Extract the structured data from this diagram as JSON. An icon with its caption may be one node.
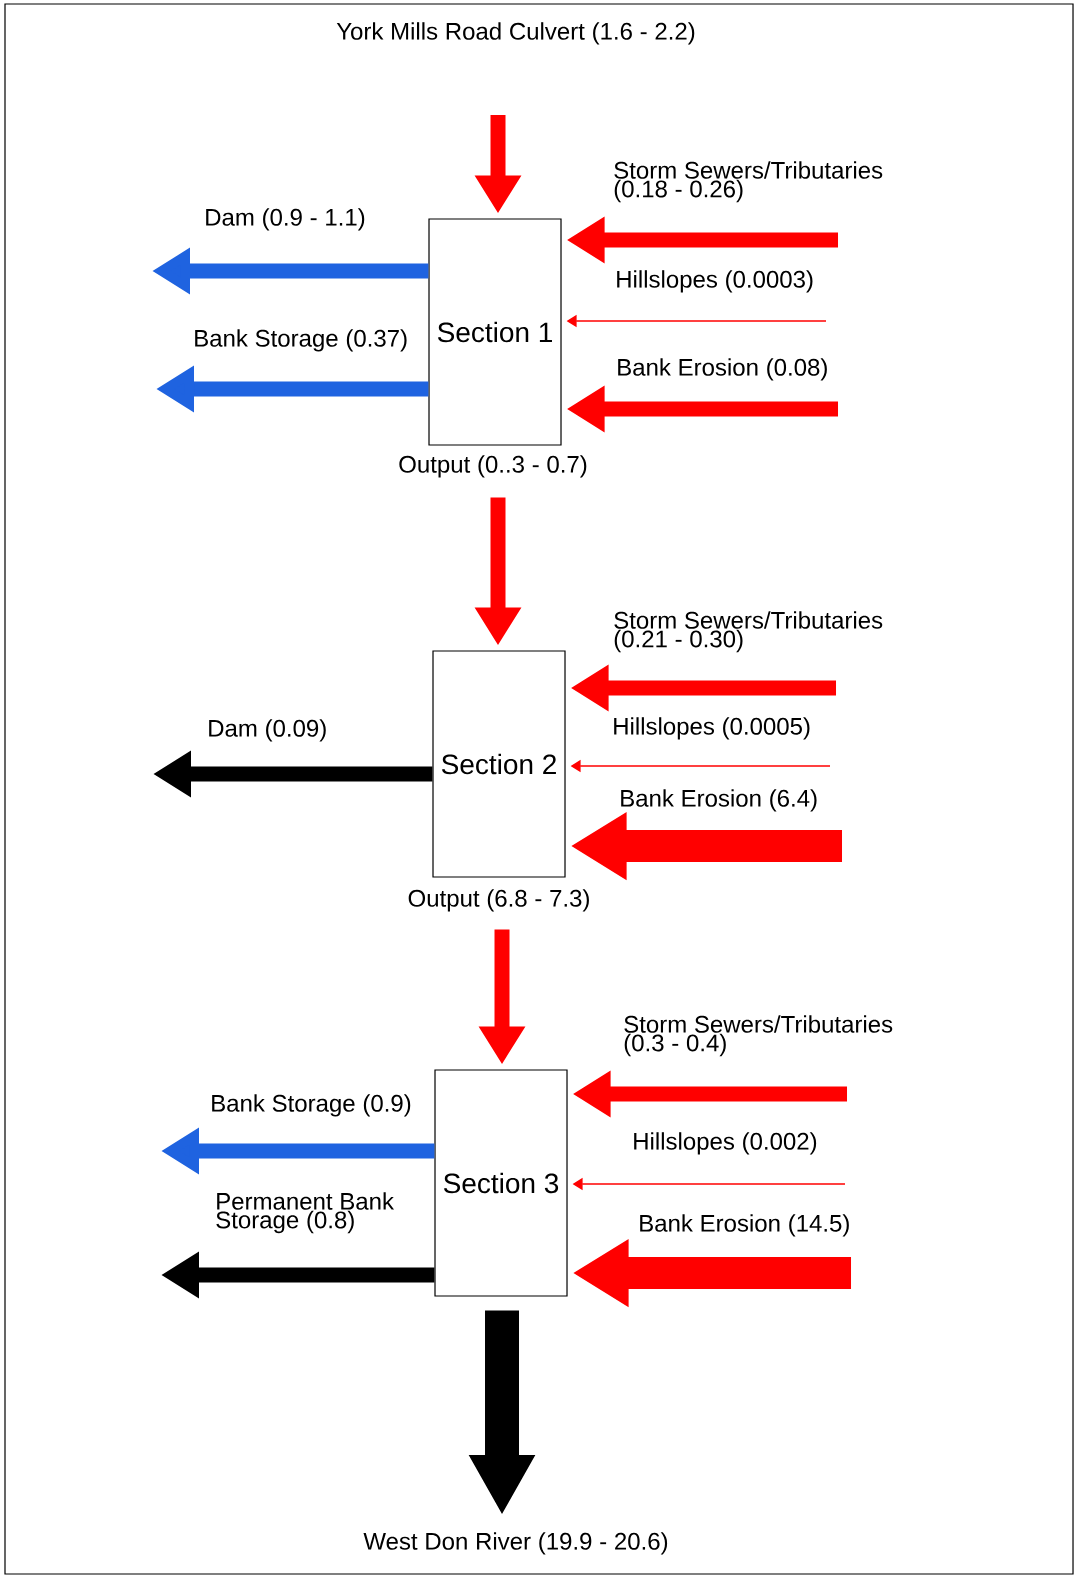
{
  "diagram": {
    "nodes": [
      {
        "text": [
          "Section 1"
        ]
      },
      {
        "text": [
          "Section 2"
        ]
      },
      {
        "text": [
          "Section 3"
        ]
      }
    ],
    "edges": [
      {
        "from": null,
        "to": 0,
        "arrow": "to",
        "label": "York Mills Road Culvert (1.6 - 2.2)"
      },
      {
        "from": null,
        "to": 0,
        "arrow": "to",
        "label": "Storm Sewers/Tributaries (0.18 - 0.26)"
      },
      {
        "from": null,
        "to": 0,
        "arrow": "to",
        "label": "Hillslopes (0.0003)"
      },
      {
        "from": null,
        "to": 0,
        "arrow": "to",
        "label": "Bank Erosion (0.08)"
      },
      {
        "from": 0,
        "to": null,
        "arrow": "to",
        "label": "Dam (0.9 - 1.1)",
        "color": "#1f63e0"
      },
      {
        "from": 0,
        "to": null,
        "arrow": "to",
        "label": "Bank Storage (0.37)",
        "color": "#1f63e0"
      },
      {
        "from": 0,
        "to": 1,
        "arrow": "to",
        "label": "Output (0..3 - 0.7)"
      },
      {
        "from": null,
        "to": 1,
        "arrow": "to",
        "label": "Storm Sewers/Tributaries (0.21 - 0.30)"
      },
      {
        "from": null,
        "to": 1,
        "arrow": "to",
        "label": "Hillslopes (0.0005)"
      },
      {
        "from": null,
        "to": 1,
        "arrow": "to",
        "label": "Bank Erosion (6.4)",
        "style": "thick"
      },
      {
        "from": 1,
        "to": null,
        "arrow": "to",
        "label": "Dam (0.09)",
        "color": "#000000"
      },
      {
        "from": 1,
        "to": 2,
        "arrow": "to",
        "label": "Output (6.8 - 7.3)"
      },
      {
        "from": null,
        "to": 2,
        "arrow": "to",
        "label": "Storm Sewers/Tributaries (0.3 - 0.4)"
      },
      {
        "from": null,
        "to": 2,
        "arrow": "to",
        "label": "Hillslopes (0.002)"
      },
      {
        "from": null,
        "to": 2,
        "arrow": "to",
        "label": "Bank Erosion (14.5)",
        "style": "thick"
      },
      {
        "from": 2,
        "to": null,
        "arrow": "to",
        "label": "Bank Storage (0.9)",
        "color": "#1f63e0"
      },
      {
        "from": 2,
        "to": null,
        "arrow": "to",
        "label": "Permanent Bank Storage (0.8)",
        "color": "#000000"
      },
      {
        "from": 2,
        "to": null,
        "arrow": "to",
        "label": "West Don River (19.9 - 20.6)",
        "style": "thick",
        "color": "#000000"
      }
    ]
  }
}
